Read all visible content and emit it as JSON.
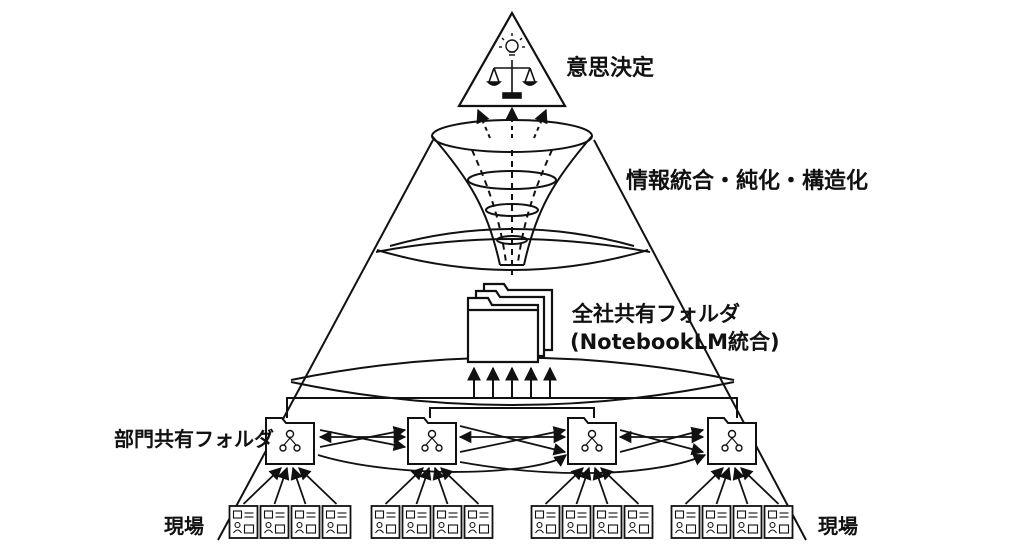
{
  "labels": {
    "decision": "意思決定",
    "integration": "情報統合・純化・構造化",
    "company_folder": "全社共有フォルダ",
    "company_folder_sub": "(NotebookLM統合)",
    "dept_folder": "部門共有フォルダ",
    "field_left": "現場",
    "field_right": "現場"
  },
  "colors": {
    "stroke": "#111111",
    "background": "#ffffff"
  },
  "icons": {
    "top": [
      "lightbulb-icon",
      "scales-icon"
    ],
    "company": "stacked-folders-icon",
    "dept": "org-folder-icon",
    "field": "document-card-icon"
  },
  "structure": {
    "dept_folder_count": 4,
    "field_docs_per_dept": 4
  }
}
